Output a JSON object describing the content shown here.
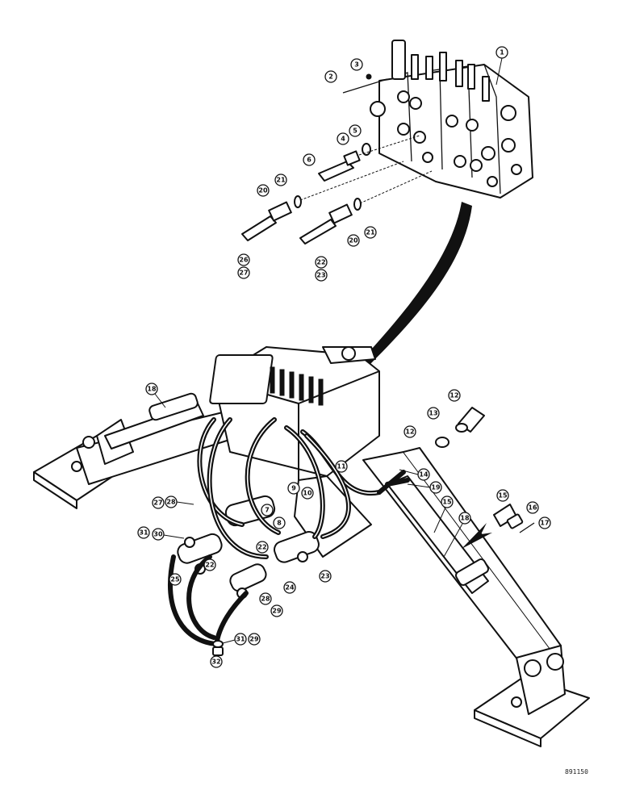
{
  "callouts": [
    "1",
    "2",
    "3",
    "4",
    "5",
    "6",
    "20",
    "21",
    "20",
    "21",
    "22",
    "23",
    "26",
    "27",
    "18",
    "13",
    "12",
    "12",
    "11",
    "14",
    "19",
    "15",
    "18",
    "15",
    "16",
    "17",
    "9",
    "10",
    "7",
    "8",
    "27",
    "28",
    "31",
    "30",
    "22",
    "22",
    "25",
    "24",
    "23",
    "28",
    "29",
    "31",
    "29",
    "32"
  ],
  "figure_ref": "891150"
}
